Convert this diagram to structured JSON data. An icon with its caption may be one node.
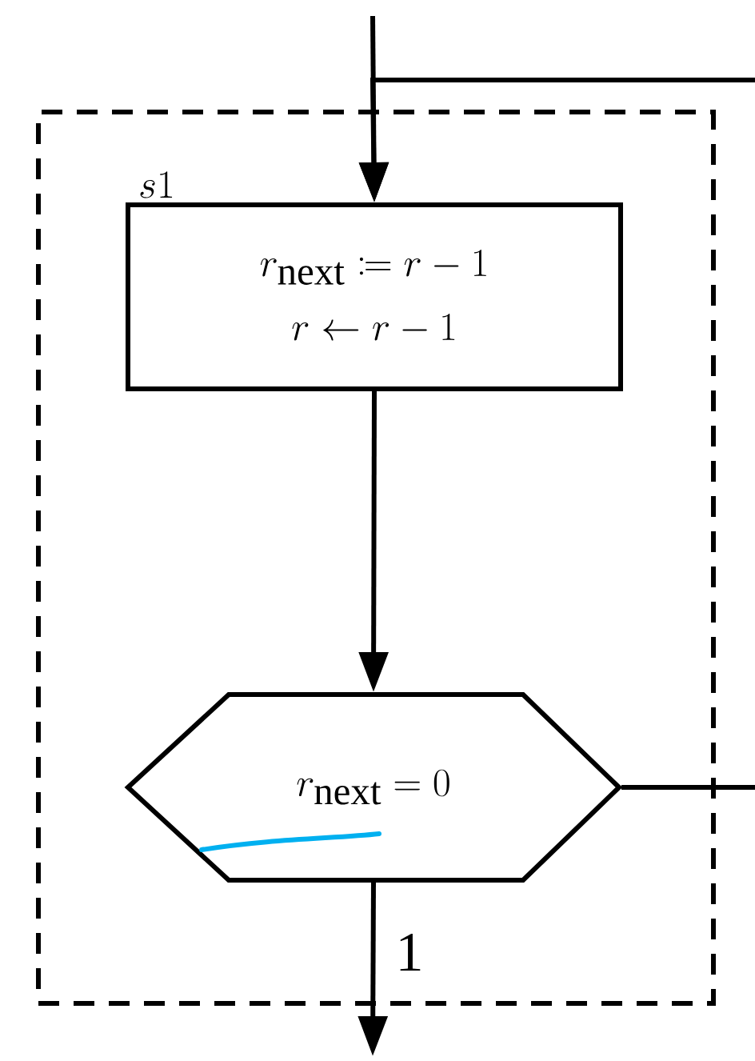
{
  "diagram": {
    "nodes": [
      {
        "text": [
          "s1"
        ]
      },
      {
        "text": [
          "r_{\\text{next}} \\coloneqq r-1",
          "r \\leftarrow r-1"
        ],
        "in": 0
      },
      {
        "text": [
          "r_{\\text{next}} = 0"
        ],
        "in": 0
      }
    ],
    "edges": [
      {
        "from": null,
        "to": 1,
        "arrow": "to"
      },
      {
        "from": null,
        "to": 1,
        "arrow": "to"
      },
      {
        "from": 1,
        "to": 2,
        "arrow": "to"
      },
      {
        "from": 2,
        "to": null,
        "arrow": "to",
        "label": "1"
      },
      {
        "from": 2,
        "to": null,
        "arrow": "none"
      }
    ]
  }
}
